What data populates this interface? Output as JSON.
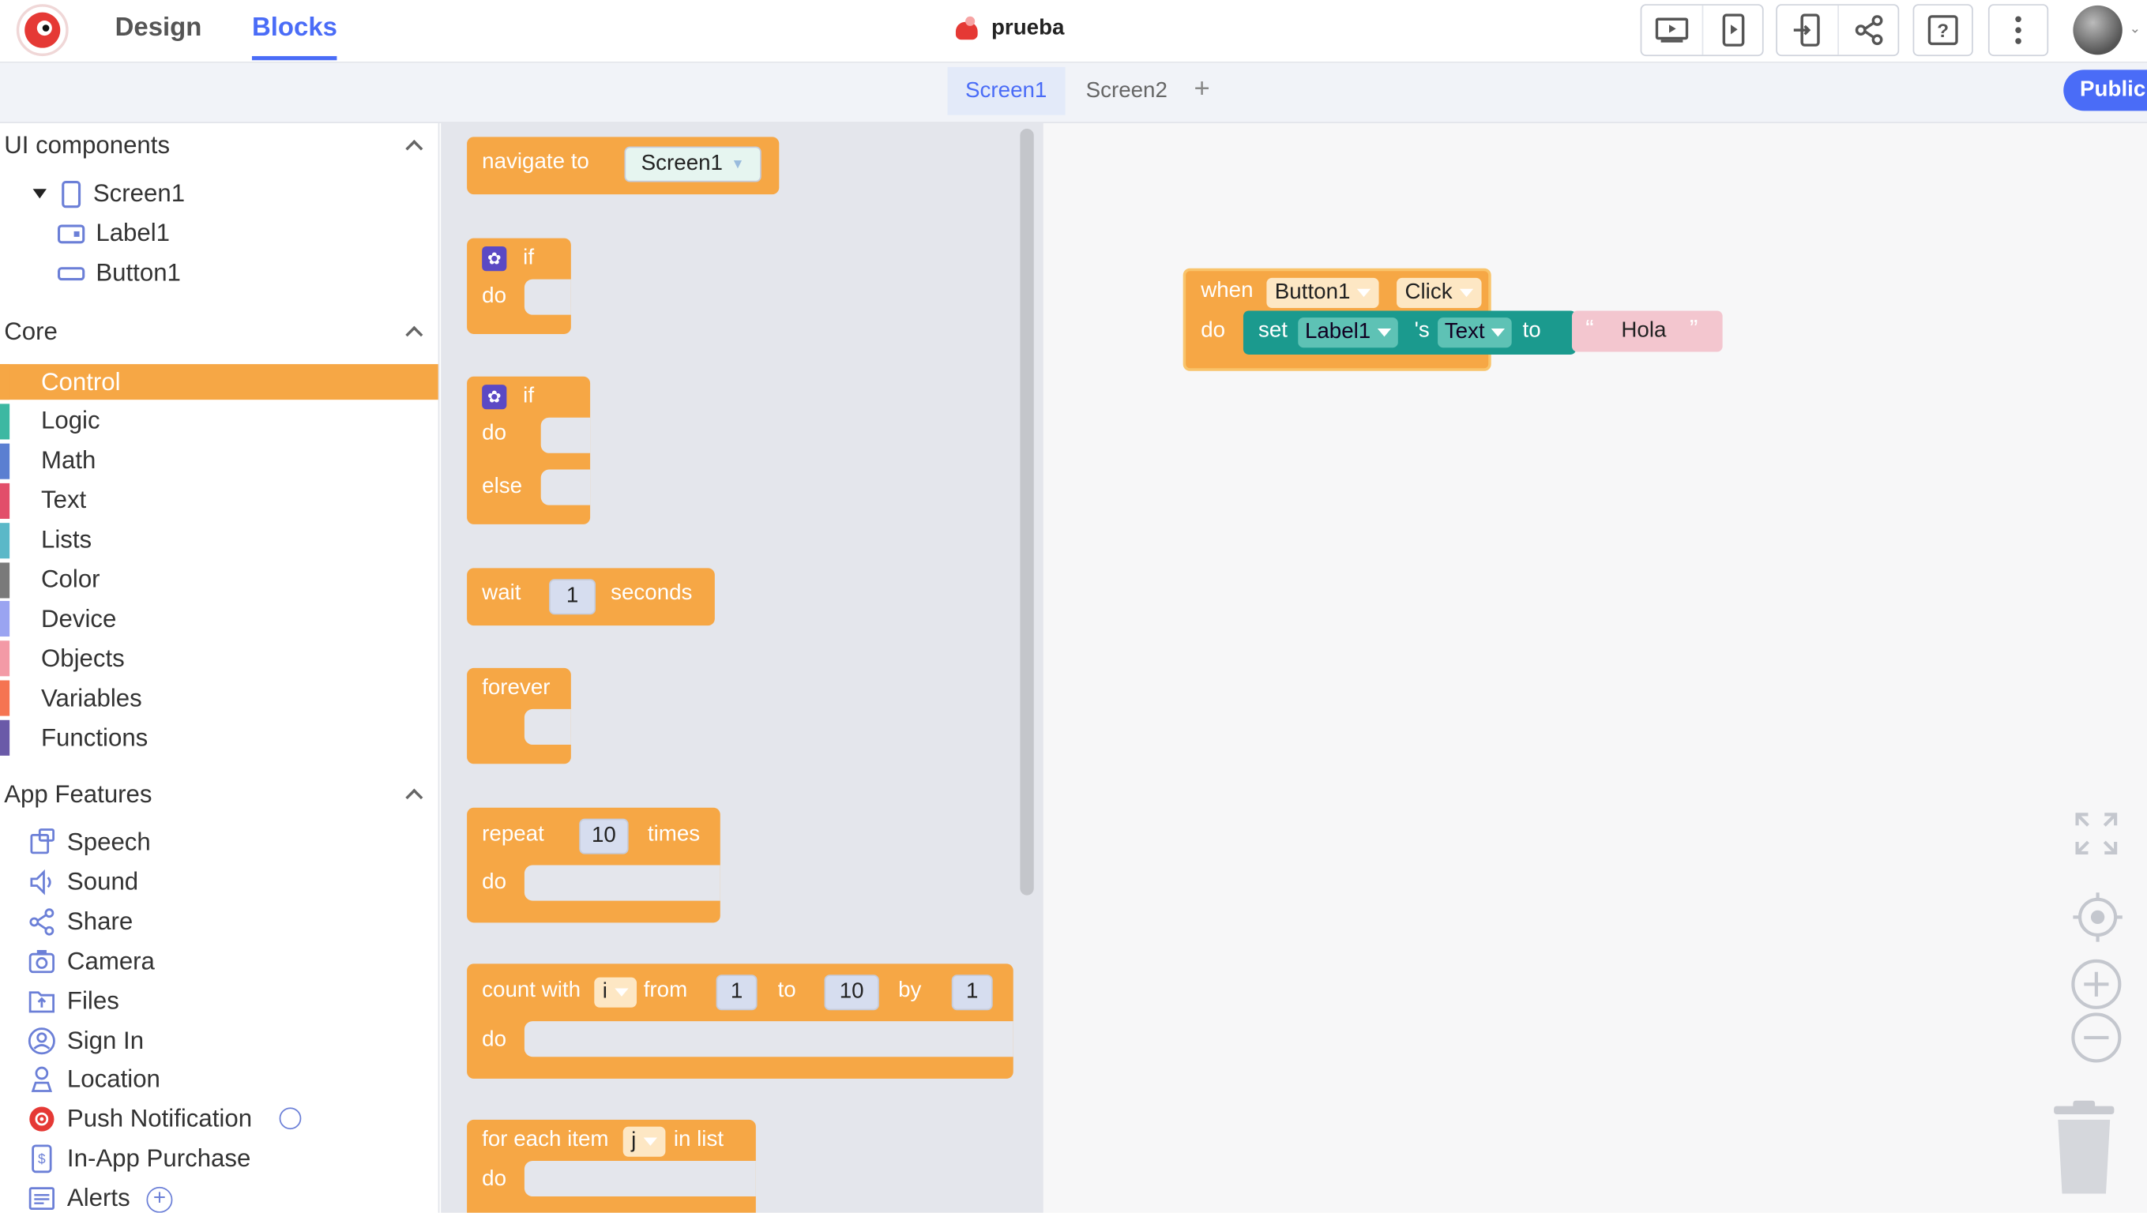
{
  "topbar": {
    "design_tab": "Design",
    "blocks_tab": "Blocks",
    "project_name": "prueba"
  },
  "screens": {
    "tabs": [
      "Screen1",
      "Screen2"
    ],
    "add": "+",
    "publish_label": "Public"
  },
  "sidebar": {
    "ui_components_header": "UI components",
    "tree": [
      "Screen1",
      "Label1",
      "Button1"
    ],
    "core_header": "Core",
    "categories": [
      {
        "label": "Control",
        "color": "#f6a745"
      },
      {
        "label": "Logic",
        "color": "#3db8a2"
      },
      {
        "label": "Math",
        "color": "#5b7fd1"
      },
      {
        "label": "Text",
        "color": "#e24e6a"
      },
      {
        "label": "Lists",
        "color": "#5bb8c8"
      },
      {
        "label": "Color",
        "color": "#7a7a7a"
      },
      {
        "label": "Device",
        "color": "#9aa4f1"
      },
      {
        "label": "Objects",
        "color": "#f39aa6"
      },
      {
        "label": "Variables",
        "color": "#f57452"
      },
      {
        "label": "Functions",
        "color": "#6a5aa8"
      }
    ],
    "app_features_header": "App Features",
    "features": [
      {
        "label": "Speech",
        "icon": "speech-icon"
      },
      {
        "label": "Sound",
        "icon": "sound-icon"
      },
      {
        "label": "Share",
        "icon": "share-icon"
      },
      {
        "label": "Camera",
        "icon": "camera-icon"
      },
      {
        "label": "Files",
        "icon": "files-icon"
      },
      {
        "label": "Sign In",
        "icon": "sign-in-icon"
      },
      {
        "label": "Location",
        "icon": "location-icon"
      },
      {
        "label": "Push Notification",
        "icon": "push-notification-icon"
      },
      {
        "label": "In-App Purchase",
        "icon": "in-app-purchase-icon"
      },
      {
        "label": "Alerts",
        "icon": "alerts-icon"
      }
    ]
  },
  "flyout": {
    "navigate_label": "navigate to",
    "navigate_value": "Screen1",
    "if_label": "if",
    "do_label": "do",
    "else_label": "else",
    "wait_label": "wait",
    "wait_value": "1",
    "seconds_label": "seconds",
    "forever_label": "forever",
    "repeat_label": "repeat",
    "repeat_value": "10",
    "times_label": "times",
    "count_label": "count with",
    "count_var": "i",
    "from_label": "from",
    "from_value": "1",
    "to_label": "to",
    "to_value": "10",
    "by_label": "by",
    "by_value": "1",
    "foreach_label": "for each item",
    "foreach_var": "j",
    "inlist_label": "in list"
  },
  "workspace": {
    "when_label": "when",
    "component": "Button1",
    "event": "Click",
    "do_label": "do",
    "set_label": "set",
    "target": "Label1",
    "possessive": "'s",
    "property": "Text",
    "to_label": "to",
    "open_quote": "“",
    "string_value": "Hola",
    "close_quote": "”"
  }
}
